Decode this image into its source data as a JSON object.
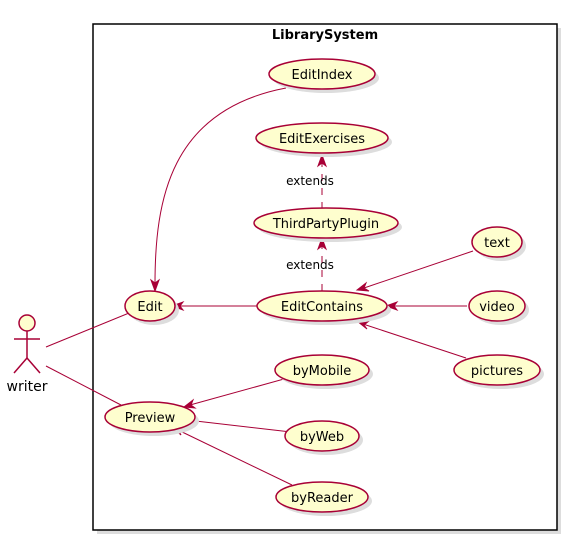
{
  "package": {
    "title": "LibrarySystem"
  },
  "actor": {
    "name": "writer"
  },
  "use_cases": {
    "edit_index": "EditIndex",
    "edit_exercises": "EditExercises",
    "third_party_plugin": "ThirdPartyPlugin",
    "text": "text",
    "edit": "Edit",
    "edit_contains": "EditContains",
    "video": "video",
    "pictures": "pictures",
    "by_mobile": "byMobile",
    "preview": "Preview",
    "by_web": "byWeb",
    "by_reader": "byReader"
  },
  "relations": {
    "extends_label_1": "extends",
    "extends_label_2": "extends"
  },
  "colors": {
    "use_case_fill": "#FEFECE",
    "line": "#A80036",
    "boundary": "#000000"
  }
}
